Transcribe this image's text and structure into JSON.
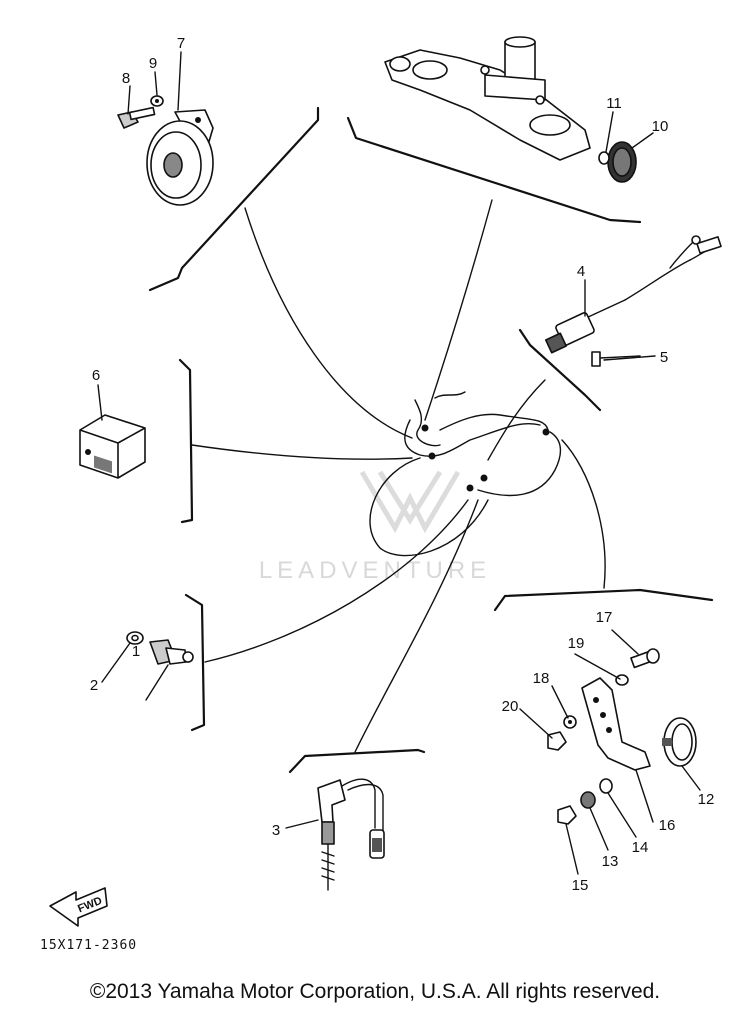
{
  "diagram": {
    "part_numbers": [
      "1",
      "2",
      "3",
      "4",
      "5",
      "6",
      "7",
      "8",
      "9",
      "10",
      "11",
      "12",
      "13",
      "14",
      "15",
      "16",
      "17",
      "18",
      "19",
      "20"
    ],
    "drawing_code": "15X171-2360",
    "fwd_label": "FWD",
    "watermark": "LEADVENTURE",
    "copyright": "©2013 Yamaha Motor Corporation, U.S.A. All rights reserved."
  }
}
